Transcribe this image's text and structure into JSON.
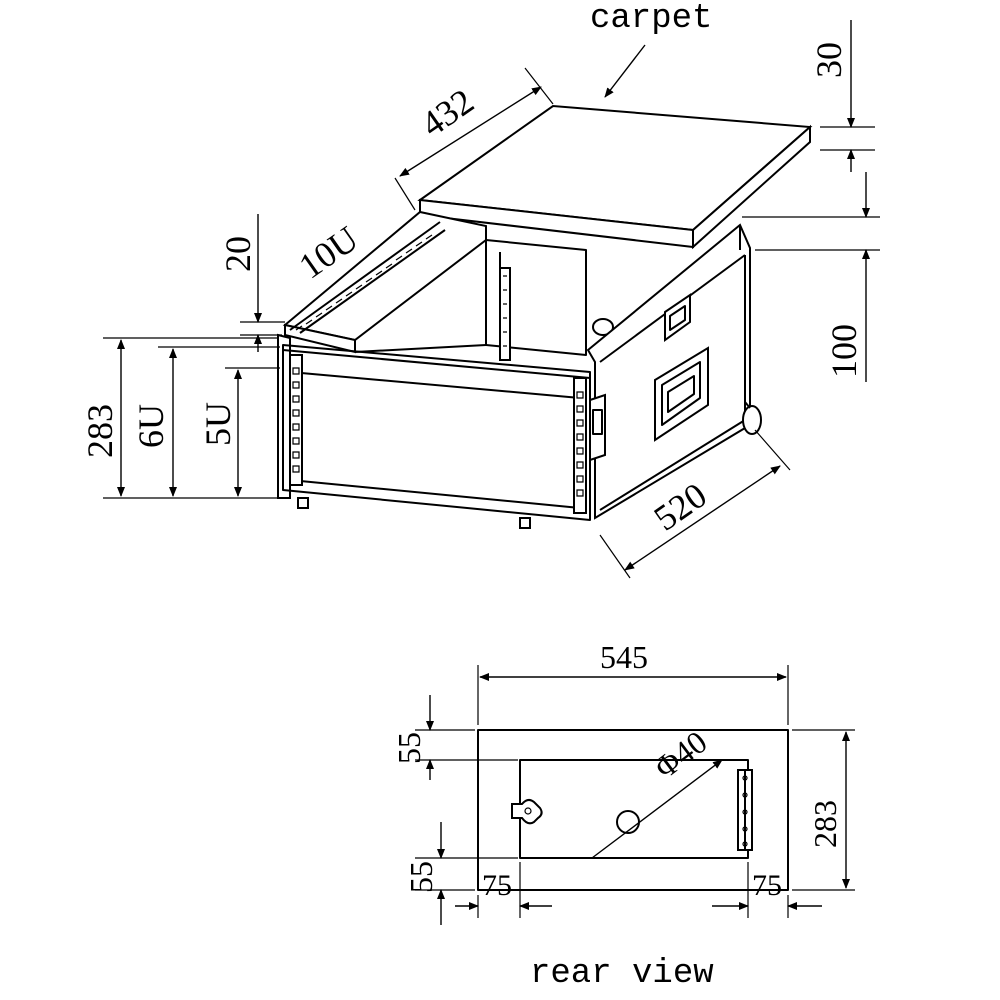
{
  "labels": {
    "carpet": "carpet",
    "rear_view": "rear view"
  },
  "dimensions": {
    "top_height": "30",
    "lid_width": "432",
    "lid_offset": "20",
    "upper_rack": "10U",
    "side_height": "100",
    "total_height": "283",
    "lower_rack": "6U",
    "lower_rack_inner": "5U",
    "depth": "520",
    "rear_width": "545",
    "rear_top_margin": "55",
    "rear_bottom_margin": "55",
    "rear_left_margin": "75",
    "rear_right_margin": "75",
    "rear_height": "283",
    "hole_diameter": "Φ40"
  }
}
